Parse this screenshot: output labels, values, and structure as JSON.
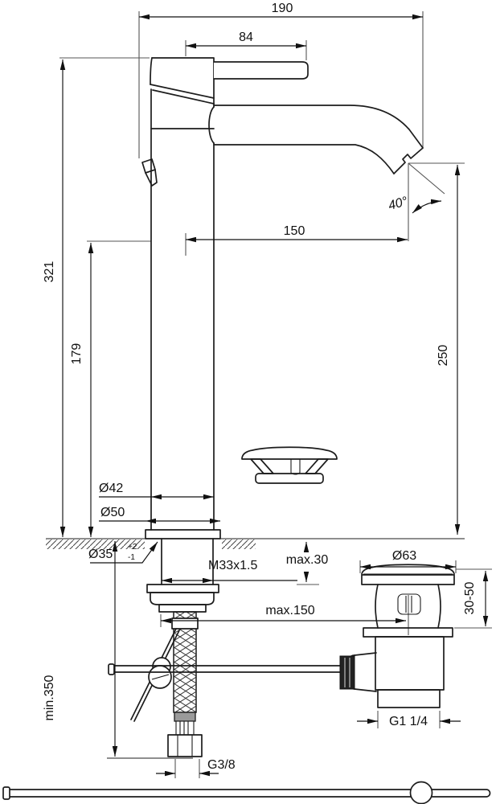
{
  "drawing": {
    "title": "basin-mixer-technical-drawing",
    "labels": {
      "overall_depth": "190",
      "handle_length": "84",
      "spout_reach": "150",
      "spout_angle": "40°",
      "overall_height": "321",
      "spout_height": "179",
      "outlet_to_deck": "250",
      "body_diameter": "Ø42",
      "base_diameter": "Ø50",
      "hole_diameter": "Ø35",
      "hole_tol_plus": "+2",
      "hole_tol_minus": "-1",
      "thread": "M33x1.5",
      "deck_max": "max.30",
      "waste_flange_diameter": "Ø63",
      "clamp_range": "30-50",
      "waste_offset_max": "max.150",
      "waste_thread": "G1 1/4",
      "hose_thread": "G3/8",
      "hose_min_length": "min.350"
    }
  }
}
